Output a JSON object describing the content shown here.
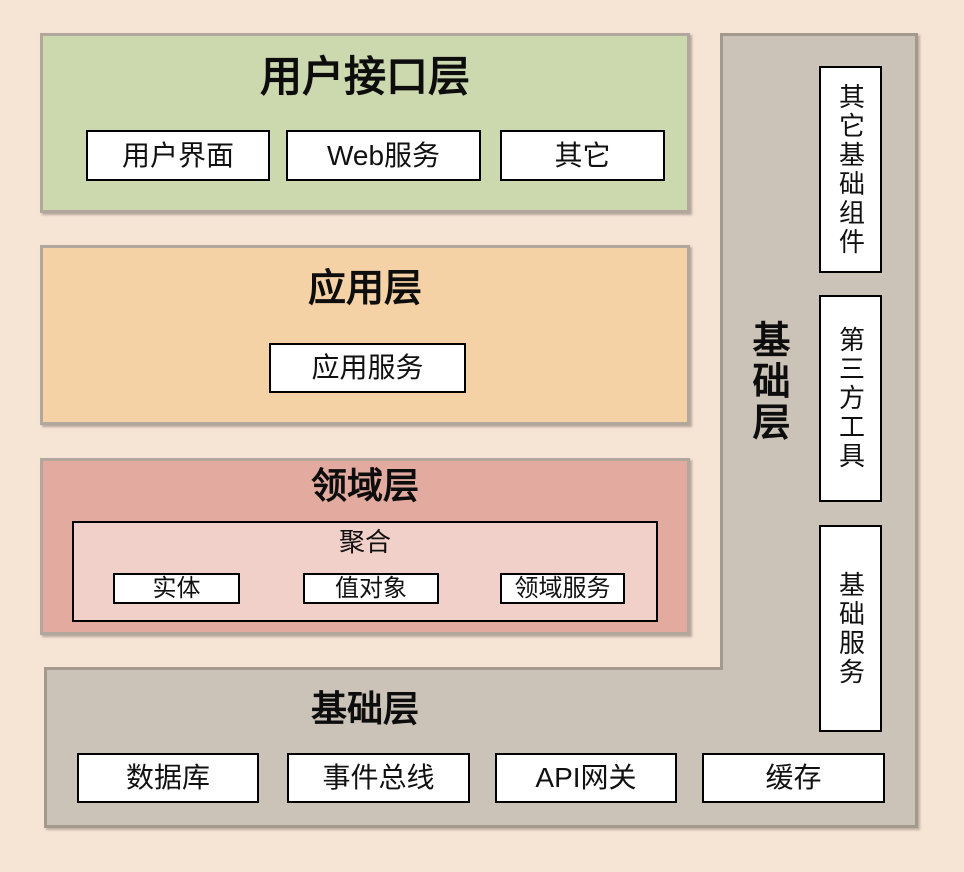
{
  "colors": {
    "page_bg": "#f6e4d5",
    "ui_layer_bg": "#ccd8ae",
    "app_layer_bg": "#f5d2a5",
    "domain_layer_bg": "#e3aba0",
    "aggregate_bg": "#f2d0ca",
    "infra_bg": "#cbc2b8",
    "layer_border": "#b2a79c",
    "infra_border": "#a39a8d",
    "box_bg": "#ffffff",
    "box_border": "#000000",
    "text": "#111111"
  },
  "layers": {
    "ui": {
      "title": "用户接口层",
      "items": [
        "用户界面",
        "Web服务",
        "其它"
      ]
    },
    "app": {
      "title": "应用层",
      "items": [
        "应用服务"
      ]
    },
    "domain": {
      "title": "领域层",
      "aggregate": {
        "title": "聚合",
        "items": [
          "实体",
          "值对象",
          "领域服务"
        ]
      }
    },
    "infra": {
      "bottom_title": "基础层",
      "bottom_items": [
        "数据库",
        "事件总线",
        "API网关",
        "缓存"
      ],
      "right_title": "基础层",
      "right_items": [
        "其它基础组件",
        "第三方工具",
        "基础服务"
      ]
    }
  }
}
